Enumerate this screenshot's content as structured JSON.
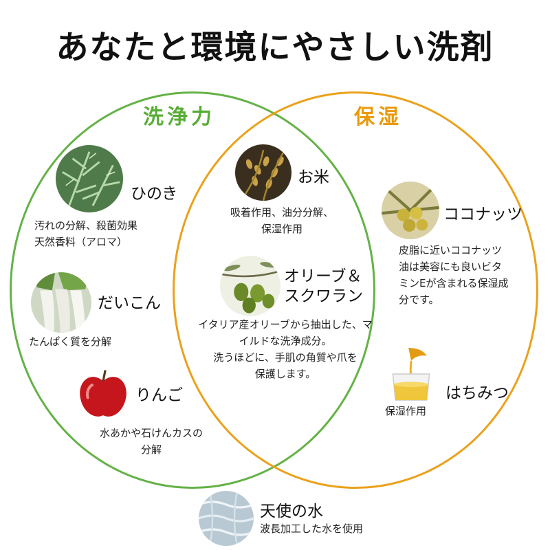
{
  "title": "あなたと環境にやさしい洗剤",
  "circles": {
    "left": {
      "label": "洗浄力",
      "color": "#64b246"
    },
    "right": {
      "label": "保湿",
      "color": "#eba11b"
    }
  },
  "items": {
    "hinoki": {
      "name": "ひのき",
      "lines": [
        "汚れの分解、殺菌効果",
        "天然香料（アロマ）"
      ],
      "icon": "cypress-leaf-photo"
    },
    "daikon": {
      "name": "だいこん",
      "lines": [
        "たんぱく質を分解"
      ],
      "icon": "daikon-radish-photo"
    },
    "ringo": {
      "name": "りんご",
      "lines": [
        "水あかや石けんカスの",
        "分解"
      ],
      "icon": "red-apple-photo"
    },
    "okome": {
      "name": "お米",
      "lines": [
        "吸着作用、油分分解、",
        "保湿作用"
      ],
      "icon": "rice-ears-photo"
    },
    "olive": {
      "name_lines": [
        "オリーブ＆",
        "スクワラン"
      ],
      "lines": [
        "イタリア産オリーブから抽出した、マ",
        "イルドな洗浄成分。",
        "洗うほどに、手肌の角質や爪を",
        "保護します。"
      ],
      "icon": "olive-branch-photo"
    },
    "coconut": {
      "name": "ココナッツ",
      "lines": [
        "皮脂に近いココナッツ",
        "油は美容にも良いビタ",
        "ミンEが含まれる保湿成",
        "分です。"
      ],
      "icon": "coconut-palm-photo"
    },
    "honey": {
      "name": "はちみつ",
      "lines": [
        "保湿作用"
      ],
      "icon": "honey-dipper-photo"
    },
    "water": {
      "name": "天使の水",
      "lines": [
        "波長加工した水を使用"
      ],
      "icon": "water-texture-photo"
    }
  }
}
